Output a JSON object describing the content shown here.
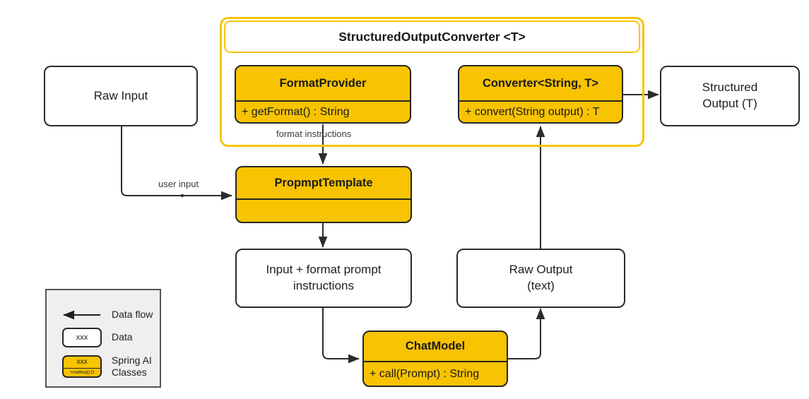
{
  "diagram": {
    "title": "Spring AI Structured Output Converter flow",
    "colors": {
      "accent_yellow": "#F8C301",
      "container_border": "#F9C300",
      "node_stroke": "#2b2b2b",
      "legend_bg": "#efefef",
      "text": "#1a1a1a"
    }
  },
  "container": {
    "header_label": "StructuredOutputConverter <T>"
  },
  "nodes": {
    "raw_input": {
      "label": "Raw Input"
    },
    "structured_output": {
      "line1": "Structured",
      "line2": "Output (T)"
    },
    "input_format_prompt": {
      "line1": "Input + format prompt",
      "line2": "instructions"
    },
    "raw_output": {
      "line1": "Raw Output",
      "line2": "(text)"
    },
    "format_provider": {
      "title": "FormatProvider",
      "method": "+ getFormat() : String"
    },
    "converter": {
      "title": "Converter<String, T>",
      "method": "+ convert(String output) : T"
    },
    "prompt_template": {
      "title": "PropmptTemplate",
      "method": ""
    },
    "chat_model": {
      "title": "ChatModel",
      "method": "+ call(Prompt) : String"
    }
  },
  "edge_labels": {
    "format_instructions": "format instructions",
    "user_input": "user input"
  },
  "legend": {
    "rows": [
      {
        "kind": "arrow",
        "label": "Data flow"
      },
      {
        "kind": "data",
        "swatch": "xxx",
        "label": "Data"
      },
      {
        "kind": "class",
        "swatch_title": "xxx",
        "swatch_method": "+method():O",
        "label_line1": "Spring AI",
        "label_line2": "Classes"
      }
    ]
  }
}
